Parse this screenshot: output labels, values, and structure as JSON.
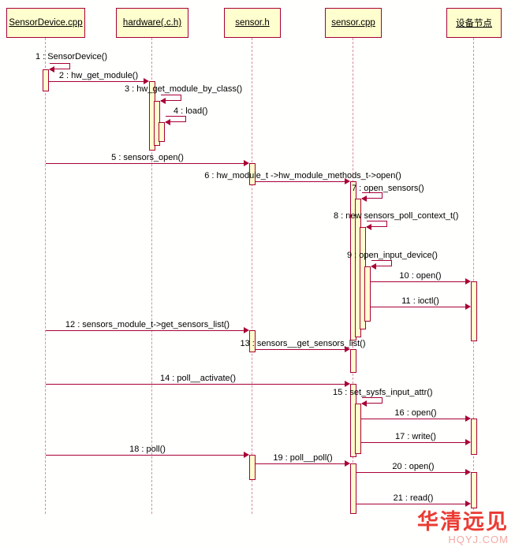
{
  "diagram": {
    "type": "uml-sequence-diagram",
    "lifelines": [
      {
        "label": "SensorDevice.cpp"
      },
      {
        "label": "hardware(.c.h)"
      },
      {
        "label": "sensor.h"
      },
      {
        "label": "sensor.cpp"
      },
      {
        "label": "设备节点"
      }
    ],
    "messages": [
      {
        "label": "1 : SensorDevice()",
        "from": "SensorDevice.cpp",
        "to": "SensorDevice.cpp",
        "kind": "self"
      },
      {
        "label": "2 : hw_get_module()",
        "from": "SensorDevice.cpp",
        "to": "hardware(.c.h)",
        "kind": "call"
      },
      {
        "label": "3 : hw_get_module_by_class()",
        "from": "hardware(.c.h)",
        "to": "hardware(.c.h)",
        "kind": "self"
      },
      {
        "label": "4 : load()",
        "from": "hardware(.c.h)",
        "to": "hardware(.c.h)",
        "kind": "self"
      },
      {
        "label": "5 : sensors_open()",
        "from": "SensorDevice.cpp",
        "to": "sensor.h",
        "kind": "call"
      },
      {
        "label": "6 : hw_module_t ->hw_module_methods_t->open()",
        "from": "sensor.h",
        "to": "sensor.cpp",
        "kind": "call"
      },
      {
        "label": "7 : open_sensors()",
        "from": "sensor.cpp",
        "to": "sensor.cpp",
        "kind": "self"
      },
      {
        "label": "8 : new sensors_poll_context_t()",
        "from": "sensor.cpp",
        "to": "sensor.cpp",
        "kind": "self"
      },
      {
        "label": "9 : open_input_device()",
        "from": "sensor.cpp",
        "to": "sensor.cpp",
        "kind": "self"
      },
      {
        "label": "10 : open()",
        "from": "sensor.cpp",
        "to": "设备节点",
        "kind": "call"
      },
      {
        "label": "11 : ioctl()",
        "from": "sensor.cpp",
        "to": "设备节点",
        "kind": "call"
      },
      {
        "label": "12 : sensors_module_t->get_sensors_list()",
        "from": "SensorDevice.cpp",
        "to": "sensor.h",
        "kind": "call"
      },
      {
        "label": "13 : sensors__get_sensors_list()",
        "from": "sensor.h",
        "to": "sensor.cpp",
        "kind": "call"
      },
      {
        "label": "14 : poll__activate()",
        "from": "SensorDevice.cpp",
        "to": "sensor.cpp",
        "kind": "call"
      },
      {
        "label": "15 : set_sysfs_input_attr()",
        "from": "sensor.cpp",
        "to": "sensor.cpp",
        "kind": "self"
      },
      {
        "label": "16 : open()",
        "from": "sensor.cpp",
        "to": "设备节点",
        "kind": "call"
      },
      {
        "label": "17 : write()",
        "from": "sensor.cpp",
        "to": "设备节点",
        "kind": "call"
      },
      {
        "label": "18 : poll()",
        "from": "SensorDevice.cpp",
        "to": "sensor.h",
        "kind": "call"
      },
      {
        "label": "19 : poll__poll()",
        "from": "sensor.h",
        "to": "sensor.cpp",
        "kind": "call"
      },
      {
        "label": "20 : open()",
        "from": "sensor.cpp",
        "to": "设备节点",
        "kind": "call"
      },
      {
        "label": "21 : read()",
        "from": "sensor.cpp",
        "to": "设备节点",
        "kind": "call"
      }
    ],
    "watermark": {
      "cn": "华清远见",
      "en": "HQYJ.COM"
    },
    "colors": {
      "box_fill": "#fefece",
      "border": "#a80036",
      "arrow": "#a80036",
      "text": "#000000",
      "watermark": "#ea3b34"
    }
  }
}
